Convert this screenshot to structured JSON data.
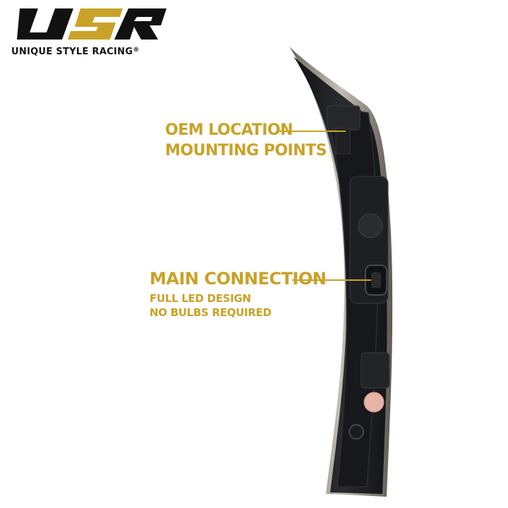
{
  "brand": {
    "logo_text": "USR",
    "tagline": "UNIQUE STYLE RACING",
    "registered_mark": "®",
    "logo_color_dark": "#111111",
    "logo_color_gold": "#c9a227"
  },
  "part": {
    "body_color": "#1c1d20",
    "rim_color": "#9a958b",
    "label_sticker_color": "#e8b4a8"
  },
  "callouts": [
    {
      "id": "oem-mounting",
      "title_lines": [
        "OEM LOCATION",
        "MOUNTING POINTS"
      ],
      "color": "#c9a227"
    },
    {
      "id": "main-connection",
      "title_lines": [
        "MAIN CONNECTION"
      ],
      "sub_lines": [
        "FULL LED DESIGN",
        "NO BULBS REQUIRED"
      ],
      "color": "#c9a227"
    }
  ]
}
